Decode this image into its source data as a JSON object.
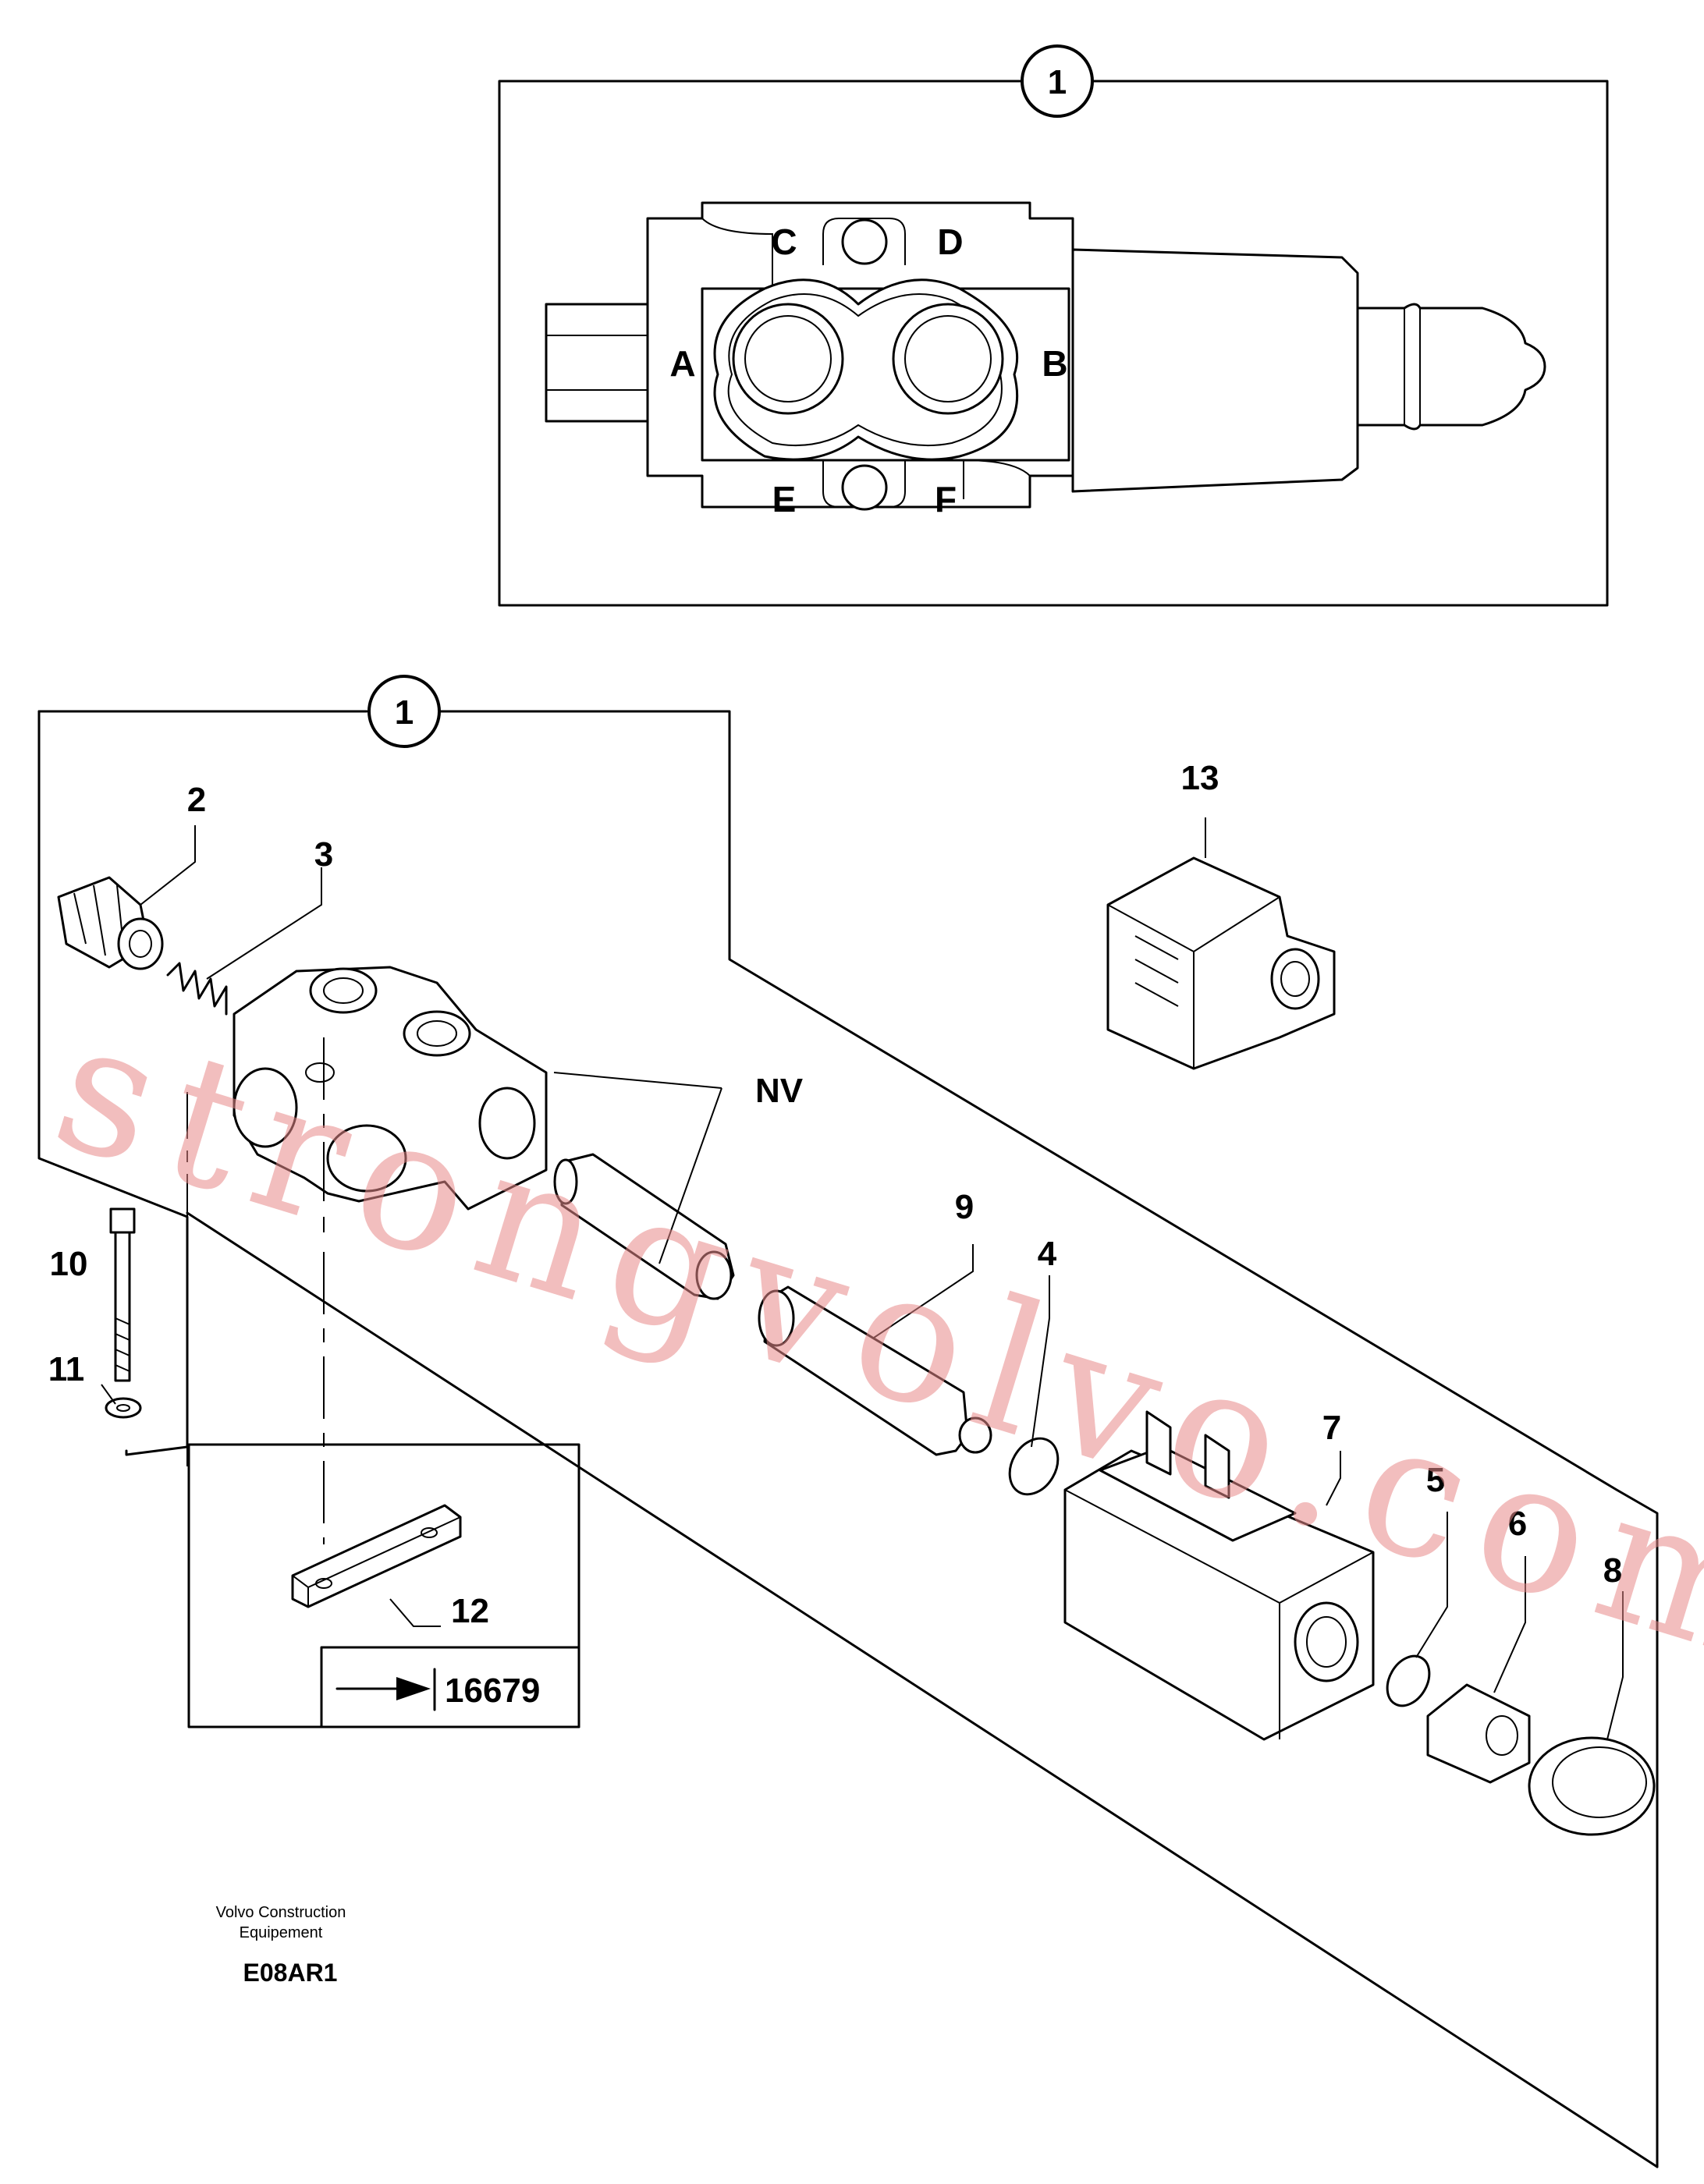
{
  "top_view": {
    "callout": "1",
    "ports": [
      "A",
      "B",
      "C",
      "D",
      "E",
      "F"
    ]
  },
  "exploded_view": {
    "callout": "1",
    "callouts": [
      "2",
      "3",
      "NV",
      "9",
      "4",
      "7",
      "5",
      "6",
      "8",
      "10",
      "11",
      "12",
      "13"
    ],
    "reference_box": {
      "number": "16679"
    }
  },
  "footer": {
    "maker_line1": "Volvo Construction",
    "maker_line2": "Equipement",
    "code": "E08AR1"
  },
  "watermark": "strongvolvo.com"
}
